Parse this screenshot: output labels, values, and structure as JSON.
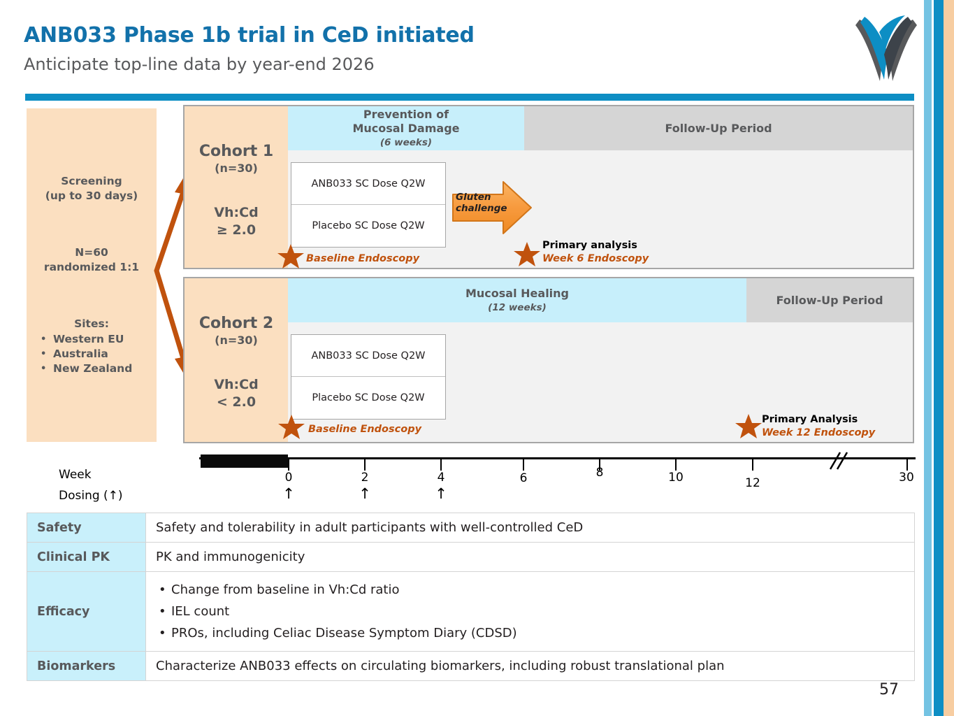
{
  "header": {
    "title": "ANB033 Phase 1b trial in CeD initiated",
    "subtitle": "Anticipate top-line data by year-end 2026",
    "logo_name": "company-v-logo"
  },
  "screening": {
    "title_line1": "Screening",
    "title_line2": "(up to 30 days)",
    "n_line1": "N=60",
    "n_line2": "randomized 1:1",
    "sites_label": "Sites:",
    "sites": [
      "Western EU",
      "Australia",
      "New Zealand"
    ]
  },
  "cohorts": [
    {
      "name": "Cohort 1",
      "n": "(n=30)",
      "vh_line1": "Vh:Cd",
      "vh_line2": "≥ 2.0",
      "phase_main_line1": "Prevention of",
      "phase_main_line2": "Mucosal Damage",
      "phase_main_duration": "(6 weeks)",
      "phase_followup": "Follow-Up Period",
      "arms": [
        "ANB033 SC Dose Q2W",
        "Placebo SC Dose Q2W"
      ],
      "baseline_label": "Baseline Endoscopy",
      "primary_label": "Primary analysis",
      "primary_sub": "Week 6 Endoscopy"
    },
    {
      "name": "Cohort 2",
      "n": "(n=30)",
      "vh_line1": "Vh:Cd",
      "vh_line2": "< 2.0",
      "phase_main_line1": "Mucosal Healing",
      "phase_main_duration": "(12 weeks)",
      "phase_followup": "Follow-Up Period",
      "arms": [
        "ANB033 SC Dose Q2W",
        "Placebo SC Dose Q2W"
      ],
      "baseline_label": "Baseline Endoscopy",
      "primary_label": "Primary Analysis",
      "primary_sub": "Week 12 Endoscopy"
    }
  ],
  "gluten_challenge": {
    "line1": "Gluten",
    "line2": "challenge"
  },
  "timeline": {
    "week_label": "Week",
    "dosing_label": "Dosing (↑)",
    "ticks": [
      "0",
      "2",
      "4",
      "6",
      "8",
      "10",
      "12",
      "30"
    ],
    "dosing_arrow": "↑",
    "dosing_arrow_count": 3
  },
  "objectives": {
    "rows": [
      {
        "category": "Safety",
        "text": "Safety and tolerability in adult participants with well-controlled CeD",
        "bullets": []
      },
      {
        "category": "Clinical PK",
        "text": "PK and immunogenicity",
        "bullets": []
      },
      {
        "category": "Efficacy",
        "text": "",
        "bullets": [
          "Change from baseline in Vh:Cd ratio",
          "IEL count",
          "PROs, including Celiac Disease Symptom Diary (CDSD)"
        ]
      },
      {
        "category": "Biomarkers",
        "text": "Characterize ANB033 effects on circulating biomarkers, including robust translational plan",
        "bullets": []
      }
    ]
  },
  "page_number": "57",
  "colors": {
    "brand_blue": "#0d8ec4",
    "title_blue": "#1271aa",
    "peach": "#fbdfc0",
    "cyan_band": "#c7effb",
    "grey_band": "#d5d5d5",
    "orange_star": "#c0520d",
    "orange_arrow": "#f79a3e",
    "table_header_cyan": "#c9f0fb"
  }
}
